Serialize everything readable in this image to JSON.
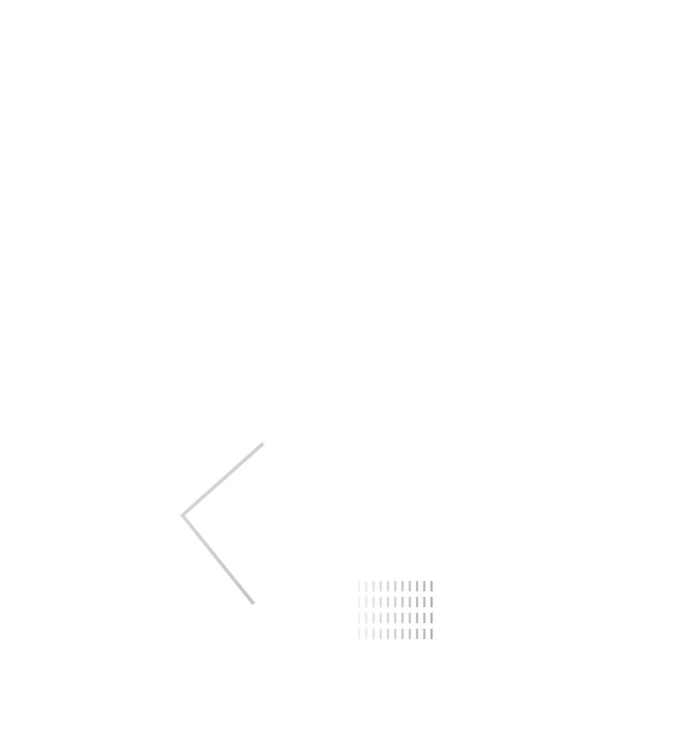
{
  "colors": {
    "background": "#ffffff",
    "chevron_light": "#d9d9d9",
    "chevron_dark": "#c4c4c4",
    "pattern_light": "#eeeeee",
    "pattern_dark": "#aaaaaa"
  },
  "icons": {
    "chevron": "chevron-left-icon",
    "pattern": "dashed-grid-pattern"
  },
  "pattern": {
    "rows": 4,
    "columns": 11
  }
}
